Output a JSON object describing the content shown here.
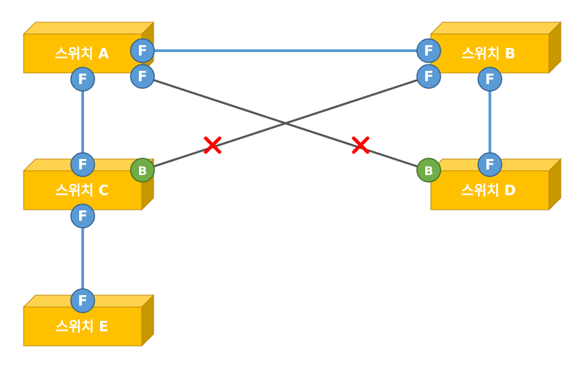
{
  "colors": {
    "box_front": "#FFC000",
    "box_top": "#FFD34D",
    "box_side": "#C99800",
    "box_stroke": "#B8860B",
    "forwarding_port": "#5B9BD5",
    "blocking_port": "#70AD47",
    "port_stroke": "#2E5E8C",
    "active_link": "#5B9BD5",
    "blocked_link": "#555555",
    "block_mark": "#FF0000",
    "text": "#FFFFFF"
  },
  "switches": [
    {
      "id": "A",
      "label": "스위치 A"
    },
    {
      "id": "B",
      "label": "스위치 B"
    },
    {
      "id": "C",
      "label": "스위치 C"
    },
    {
      "id": "D",
      "label": "스위치 D"
    },
    {
      "id": "E",
      "label": "스위치 E"
    }
  ],
  "ports": [
    {
      "id": "A1",
      "switch": "A",
      "state": "F"
    },
    {
      "id": "A2",
      "switch": "A",
      "state": "F"
    },
    {
      "id": "A3",
      "switch": "A",
      "state": "F"
    },
    {
      "id": "B1",
      "switch": "B",
      "state": "F"
    },
    {
      "id": "B2",
      "switch": "B",
      "state": "F"
    },
    {
      "id": "B3",
      "switch": "B",
      "state": "F"
    },
    {
      "id": "C1",
      "switch": "C",
      "state": "F"
    },
    {
      "id": "C2",
      "switch": "C",
      "state": "B"
    },
    {
      "id": "C3",
      "switch": "C",
      "state": "F"
    },
    {
      "id": "D1",
      "switch": "D",
      "state": "B"
    },
    {
      "id": "D2",
      "switch": "D",
      "state": "F"
    },
    {
      "id": "E1",
      "switch": "E",
      "state": "F"
    }
  ],
  "links": [
    {
      "from": "A1",
      "to": "B1",
      "type": "active"
    },
    {
      "from": "A3",
      "to": "C1",
      "type": "active"
    },
    {
      "from": "B3",
      "to": "D2",
      "type": "active"
    },
    {
      "from": "C3",
      "to": "E1",
      "type": "active"
    },
    {
      "from": "A2",
      "to": "D1",
      "type": "blocked"
    },
    {
      "from": "C2",
      "to": "B2",
      "type": "blocked"
    }
  ],
  "block_mark_symbol": "✕"
}
